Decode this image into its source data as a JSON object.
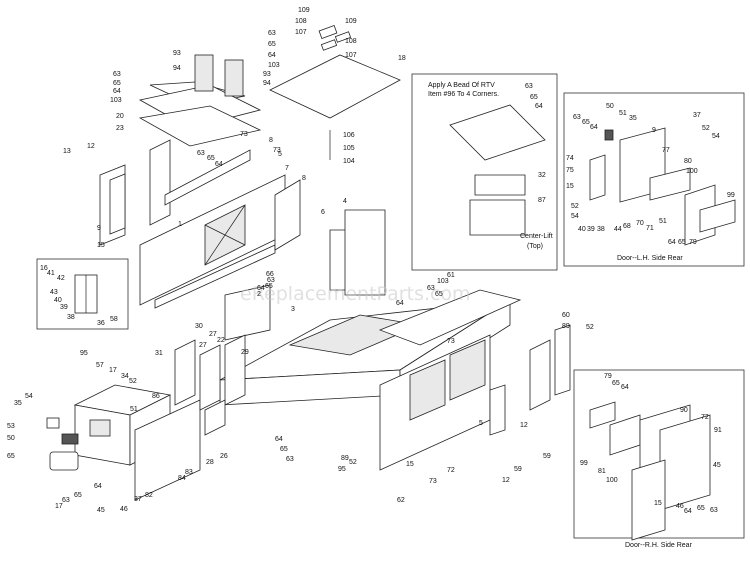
{
  "diagram": {
    "watermark": "eReplacementParts.com",
    "captions": {
      "lh_door": "Door--L.H. Side Rear",
      "rh_door": "Door--R.H. Side Rear",
      "center_lift_1": "Center-Lift",
      "center_lift_2": "(Top)"
    },
    "note_lines": [
      "Apply A Bead Of RTV",
      "Item #96 To 4 Corners."
    ],
    "callouts": [
      "109",
      "108",
      "107",
      "109",
      "108",
      "107",
      "18",
      "63",
      "65",
      "64",
      "103",
      "93",
      "94",
      "93",
      "94",
      "63",
      "65",
      "64",
      "103",
      "20",
      "23",
      "106",
      "105",
      "104",
      "63",
      "65",
      "64",
      "32",
      "87",
      "50",
      "51",
      "35",
      "63",
      "65",
      "64",
      "9",
      "37",
      "52",
      "54",
      "74",
      "75",
      "15",
      "77",
      "80",
      "100",
      "99",
      "52",
      "54",
      "40",
      "39",
      "38",
      "44",
      "68",
      "70",
      "71",
      "51",
      "64",
      "65",
      "79",
      "13",
      "12",
      "63",
      "65",
      "64",
      "73",
      "8",
      "5",
      "73",
      "7",
      "8",
      "6",
      "4",
      "1",
      "9",
      "15",
      "16",
      "41",
      "42",
      "43",
      "40",
      "39",
      "38",
      "36",
      "58",
      "66",
      "63",
      "65",
      "64",
      "2",
      "3",
      "61",
      "103",
      "63",
      "65",
      "64",
      "73",
      "60",
      "89",
      "52",
      "95",
      "57",
      "17",
      "34",
      "52",
      "54",
      "35",
      "51",
      "53",
      "50",
      "65",
      "86",
      "84",
      "82",
      "17",
      "63",
      "65",
      "64",
      "45",
      "46",
      "37",
      "83",
      "30",
      "27",
      "22",
      "29",
      "31",
      "27",
      "28",
      "26",
      "64",
      "65",
      "63",
      "95",
      "89",
      "52",
      "62",
      "15",
      "73",
      "72",
      "5",
      "12",
      "59",
      "12",
      "59",
      "79",
      "65",
      "64",
      "90",
      "72",
      "91",
      "45",
      "99",
      "81",
      "100",
      "46",
      "64",
      "65",
      "63",
      "15"
    ]
  }
}
